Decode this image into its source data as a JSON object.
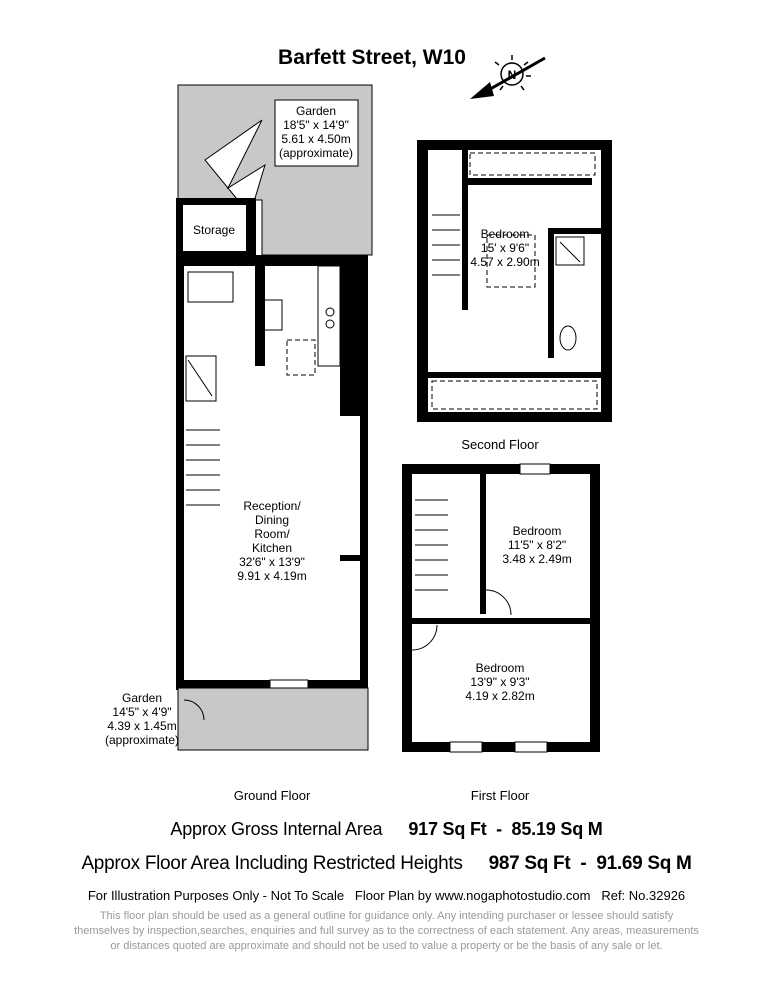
{
  "title": "Barfett Street, W10",
  "compass": {
    "label": "N",
    "icon": "compass-north-icon"
  },
  "ground_floor": {
    "label": "Ground Floor",
    "rear_garden": {
      "name": "Garden",
      "imperial": "18'5\" x 14'9\"",
      "metric": "5.61 x 4.50m",
      "note": "(approximate)"
    },
    "storage": {
      "name": "Storage"
    },
    "reception": {
      "line1": "Reception/",
      "line2": "Dining",
      "line3": "Room/",
      "line4": "Kitchen",
      "imperial": "32'6\" x 13'9\"",
      "metric": "9.91 x 4.19m"
    },
    "front_garden": {
      "name": "Garden",
      "imperial": "14'5\" x 4'9\"",
      "metric": "4.39 x 1.45m",
      "note": "(approximate)"
    }
  },
  "second_floor": {
    "label": "Second Floor",
    "bedroom": {
      "name": "Bedroom",
      "imperial": "15' x 9'6\"",
      "metric": "4.57 x 2.90m"
    }
  },
  "first_floor": {
    "label": "First Floor",
    "bedroom_rear": {
      "name": "Bedroom",
      "imperial": "11'5\" x 8'2\"",
      "metric": "3.48 x 2.49m"
    },
    "bedroom_front": {
      "name": "Bedroom",
      "imperial": "13'9\" x 9'3\"",
      "metric": "4.19 x 2.82m"
    }
  },
  "footer": {
    "gross_label": "Approx Gross Internal Area",
    "gross_value": "917 Sq Ft  -  85.19 Sq M",
    "restricted_label": "Approx Floor Area Including Restricted Heights",
    "restricted_value": "987 Sq Ft  -  91.69 Sq M",
    "illustration": "For Illustration Purposes Only - Not To Scale   Floor Plan by www.nogaphotostudio.com   Ref: No.32926",
    "disclaimer_1": "This floor plan should be used as a general outline for guidance only. Any intending purchaser or lessee should satisfy",
    "disclaimer_2": "themselves by inspection,searches, enquiries and full survey as to the correctness of each statement. Any areas, measurements",
    "disclaimer_3": "or distances quoted are approximate and should not be used to value a property or be the basis of any sale or let."
  }
}
